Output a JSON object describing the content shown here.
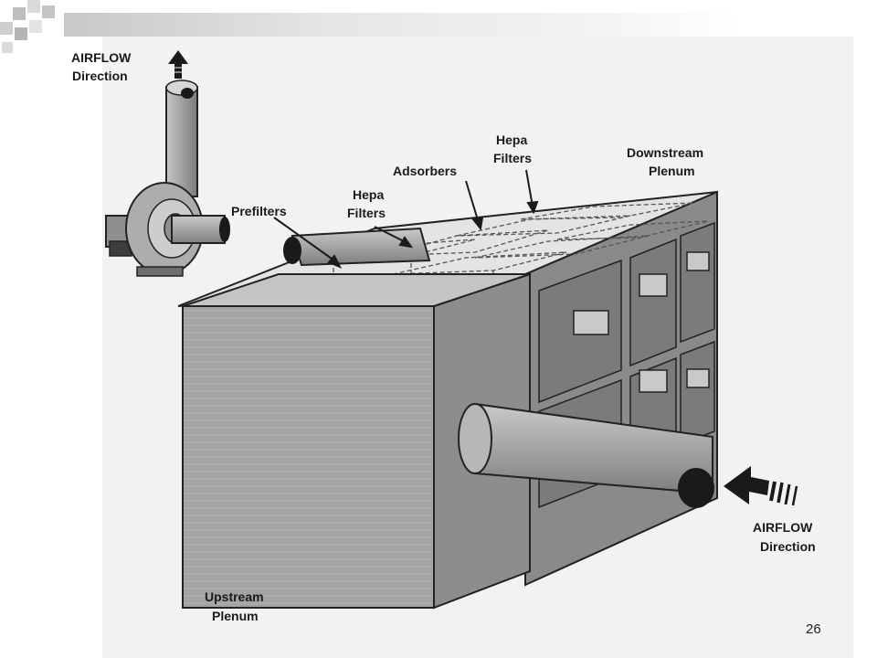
{
  "labels": {
    "airflow_top": "AIRFLOW",
    "direction_top": "Direction",
    "prefilters": "Prefilters",
    "hepa1_line1": "Hepa",
    "hepa1_line2": "Filters",
    "adsorbers": "Adsorbers",
    "hepa2_line1": "Hepa",
    "hepa2_line2": "Filters",
    "downstream_line1": "Downstream",
    "downstream_line2": "Plenum",
    "upstream_line1": "Upstream",
    "upstream_line2": "Plenum",
    "airflow_bottom": "AIRFLOW",
    "direction_bottom": "Direction"
  },
  "page_number": "26",
  "colors": {
    "panel": "#f2f2f2",
    "duct_front": "#9e9e9e",
    "duct_top": "#dedede",
    "duct_side": "#7c7c7c",
    "pipe": "#9a9a9a",
    "ink": "#1a1a1a"
  }
}
